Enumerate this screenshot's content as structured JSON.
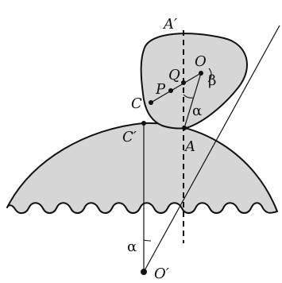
{
  "colors": {
    "body_fill": "#d6d6d6",
    "stroke": "#111111",
    "background": "#ffffff"
  },
  "labels": {
    "A_prime": "A′",
    "O": "O",
    "Q": "Q",
    "P": "P",
    "C": "C",
    "beta": "β",
    "alpha_upper": "α",
    "C_prime": "C′",
    "A": "A",
    "alpha_lower": "α",
    "O_prime": "O′"
  }
}
